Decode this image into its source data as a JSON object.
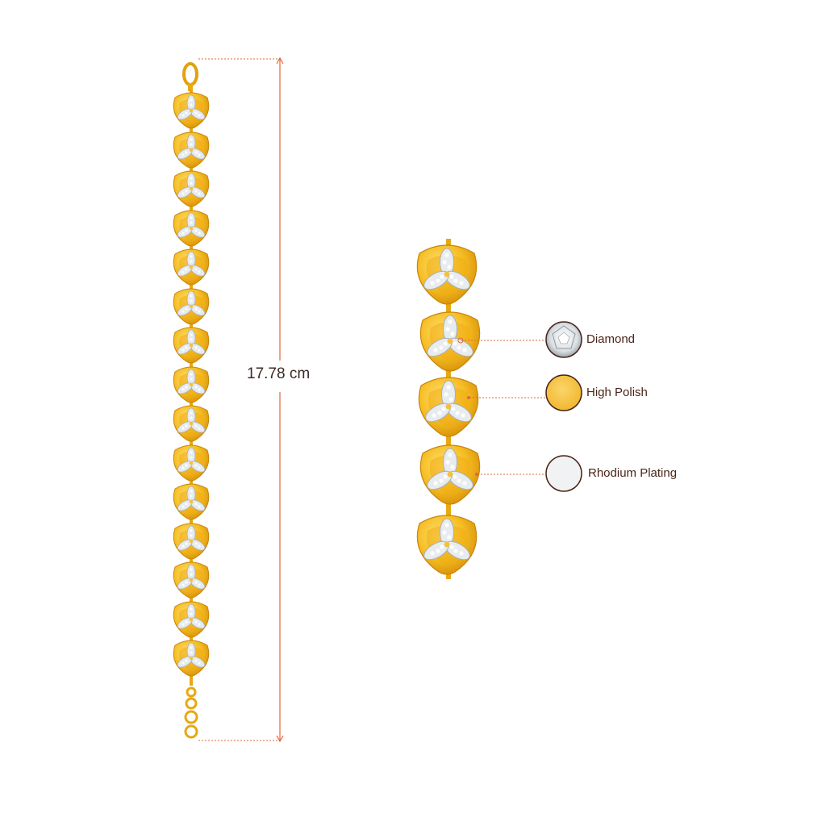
{
  "measurement": {
    "length_label": "17.78 cm"
  },
  "legend": {
    "items": [
      {
        "label": "Diamond",
        "icon": "diamond-swatch-icon",
        "fill": "#e9edf0"
      },
      {
        "label": "High Polish",
        "icon": "gold-swatch-icon",
        "fill": "#f6c546"
      },
      {
        "label": "Rhodium Plating",
        "icon": "rhodium-swatch-icon",
        "fill": "#f1f2f3"
      }
    ]
  },
  "colors": {
    "gold": "#f4b81c",
    "gold_dark": "#d9950a",
    "gold_light": "#ffd95a",
    "diamond": "#e8ecef",
    "diamond_shade": "#b9c3cb",
    "dimension_line": "#e2673a",
    "swatch_border": "#4a2418"
  }
}
